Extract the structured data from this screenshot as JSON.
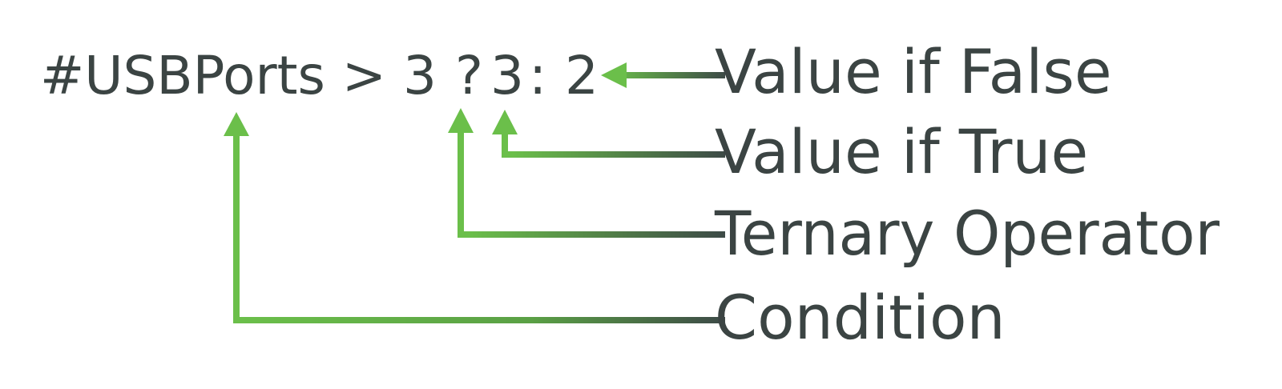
{
  "expression": {
    "condition": "#USBPorts > 3",
    "operator": "?",
    "value_true": "3",
    "separator": ":",
    "value_false": "2"
  },
  "labels": {
    "value_if_false": "Value if False",
    "value_if_true": "Value if True",
    "ternary_operator": "Ternary Operator",
    "condition": "Condition"
  },
  "colors": {
    "text": "#3b4443",
    "accent_green": "#6bbf4a",
    "dark_line": "#3d4a47"
  }
}
